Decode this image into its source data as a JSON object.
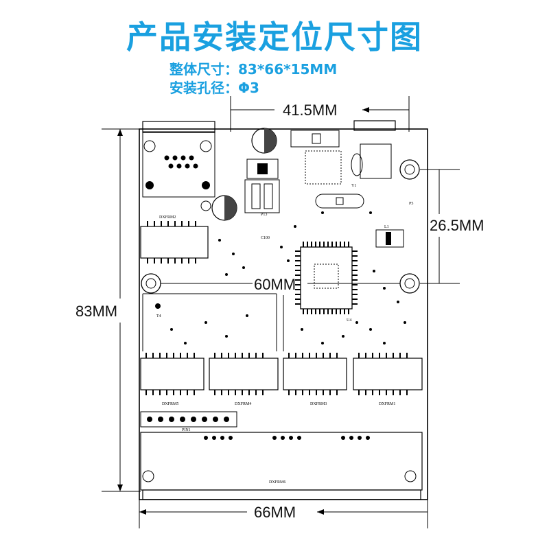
{
  "title": "产品安装定位尺寸图",
  "specs": {
    "overall_size": "整体尺寸：83*66*15MM",
    "hole_diameter": "安装孔径：Φ3"
  },
  "dimensions": {
    "top_width": "41.5MM",
    "right_height": "26.5MM",
    "center_width": "60MM",
    "left_height": "83MM",
    "bottom_width": "66MM"
  },
  "silkscreen": {
    "module_top_left": "DXFRM2",
    "module_1": "DXFRM5",
    "module_2": "DXFRM4",
    "module_3": "DXFRM3",
    "module_4": "DXFRM1",
    "bottom_module": "DXFRM6",
    "header": "PIN1",
    "inductor": "L1",
    "crystal": "Y1",
    "cap_c100": "C100",
    "part_p13": "P13",
    "part_p5": "P5",
    "part_t4": "T4",
    "part_u4": "U4"
  },
  "colors": {
    "title": "#1aa0e0",
    "line": "#000000"
  }
}
